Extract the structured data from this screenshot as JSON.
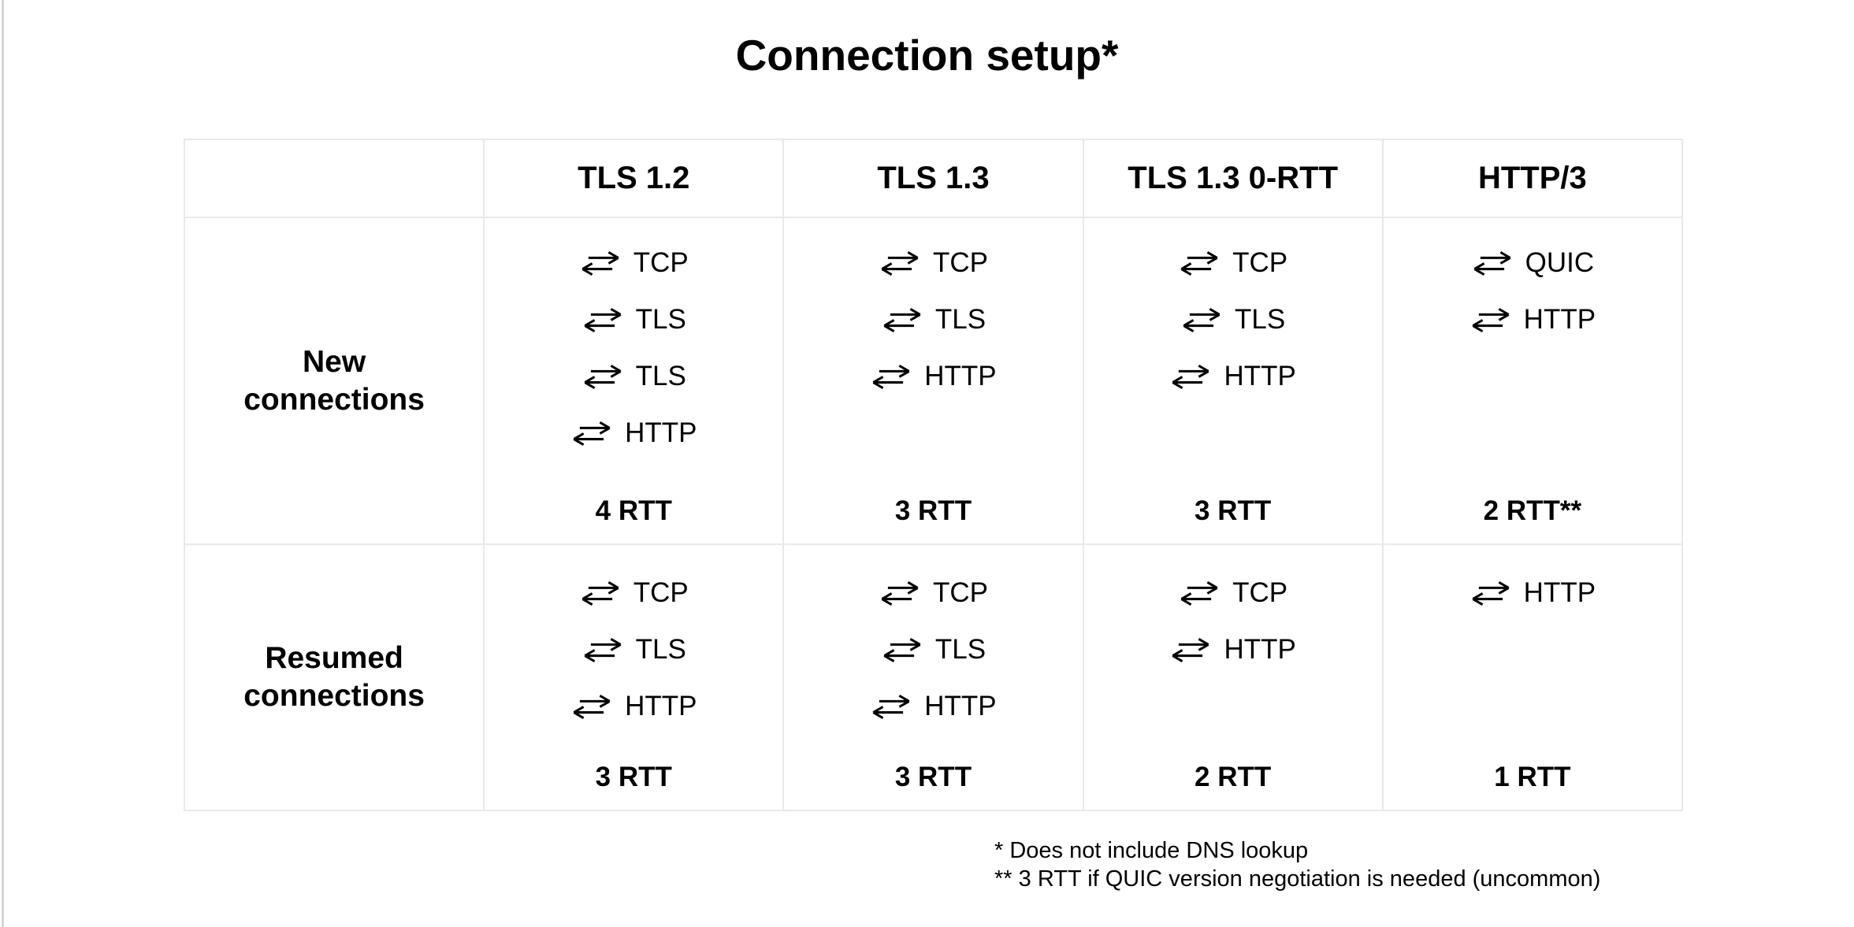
{
  "title": "Connection setup*",
  "colors": {
    "text": "#000000",
    "grid_border": "#e9e9e9",
    "page_edge": "#d6d6d6",
    "background": "#ffffff"
  },
  "icon": {
    "name": "round-trip-arrows",
    "glyph": "⇄"
  },
  "table": {
    "column_headers": [
      "TLS 1.2",
      "TLS 1.3",
      "TLS 1.3 0-RTT",
      "HTTP/3"
    ],
    "rows": [
      {
        "label": "New connections",
        "cells": [
          {
            "steps": [
              "TCP",
              "TLS",
              "TLS",
              "HTTP"
            ],
            "rtt": "4 RTT"
          },
          {
            "steps": [
              "TCP",
              "TLS",
              "HTTP"
            ],
            "rtt": "3 RTT"
          },
          {
            "steps": [
              "TCP",
              "TLS",
              "HTTP"
            ],
            "rtt": "3 RTT"
          },
          {
            "steps": [
              "QUIC",
              "HTTP"
            ],
            "rtt": "2 RTT**"
          }
        ]
      },
      {
        "label": "Resumed connections",
        "cells": [
          {
            "steps": [
              "TCP",
              "TLS",
              "HTTP"
            ],
            "rtt": "3 RTT"
          },
          {
            "steps": [
              "TCP",
              "TLS",
              "HTTP"
            ],
            "rtt": "3 RTT"
          },
          {
            "steps": [
              "TCP",
              "HTTP"
            ],
            "rtt": "2 RTT"
          },
          {
            "steps": [
              "HTTP"
            ],
            "rtt": "1 RTT"
          }
        ]
      }
    ]
  },
  "footnotes": [
    "* Does not include DNS lookup",
    "** 3 RTT if QUIC version negotiation is needed (uncommon)"
  ]
}
